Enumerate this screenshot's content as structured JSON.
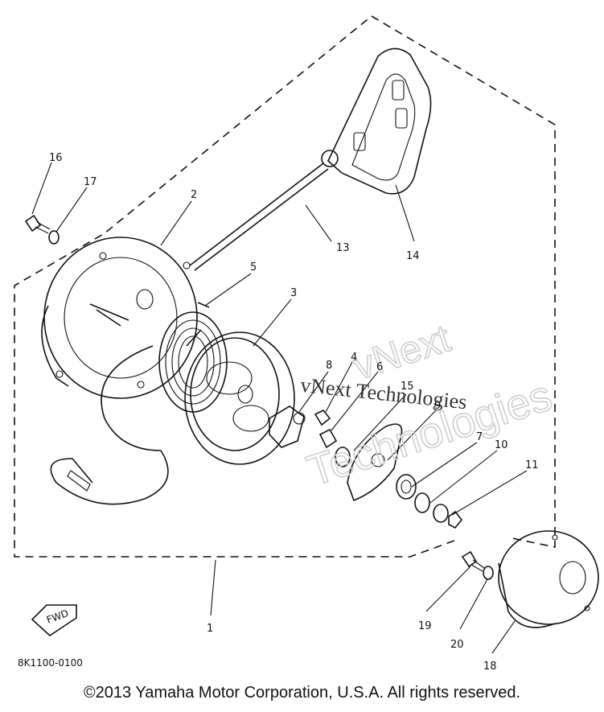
{
  "diagram": {
    "callouts": {
      "c1": "1",
      "c2": "2",
      "c3": "3",
      "c4": "4",
      "c5": "5",
      "c6": "6",
      "c7": "7",
      "c8": "8",
      "c9": "9",
      "c10": "10",
      "c11": "11",
      "c13": "13",
      "c14": "14",
      "c15": "15",
      "c16": "16",
      "c17": "17",
      "c18": "18",
      "c19": "19",
      "c20": "20"
    },
    "fwd_label": "FWD",
    "diagram_code": "8K1100-0100"
  },
  "watermark": {
    "line1": "vNext",
    "line2": "Technologies",
    "overlay": "vNext Technologies"
  },
  "footer": {
    "copyright": "©2013 Yamaha Motor Corporation, U.S.A. All rights reserved."
  }
}
